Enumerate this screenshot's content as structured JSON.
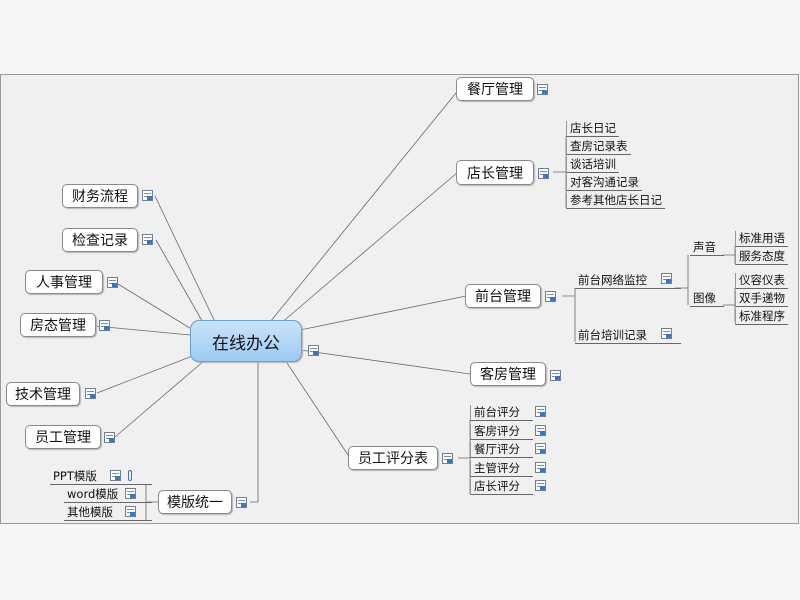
{
  "center": "在线办公",
  "branches": {
    "canting": "餐厅管理",
    "dianzhang": "店长管理",
    "qiantai": "前台管理",
    "kefang": "客房管理",
    "yuangong_pingfen": "员工评分表",
    "caiwu": "财务流程",
    "jiancha": "检查记录",
    "renshi": "人事管理",
    "fangtai": "房态管理",
    "jishu": "技术管理",
    "yuangong": "员工管理",
    "moban": "模版统一"
  },
  "dianzhang_items": [
    "店长日记",
    "查房记录表",
    "谈话培训",
    "对客沟通记录",
    "参考其他店长日记"
  ],
  "qiantai_children": {
    "wangluo": "前台网络监控",
    "peixun": "前台培训记录",
    "shengyin": "声音",
    "tuxiang": "图像",
    "shengyin_items": [
      "标准用语",
      "服务态度"
    ],
    "tuxiang_items": [
      "仪容仪表",
      "双手递物",
      "标准程序"
    ]
  },
  "pingfen_items": [
    "前台评分",
    "客房评分",
    "餐厅评分",
    "主管评分",
    "店长评分"
  ],
  "moban_items": [
    "PPT模版",
    "word模版",
    "其他模版"
  ],
  "note_icon": "note-icon",
  "attachment_icon": "paperclip-icon"
}
